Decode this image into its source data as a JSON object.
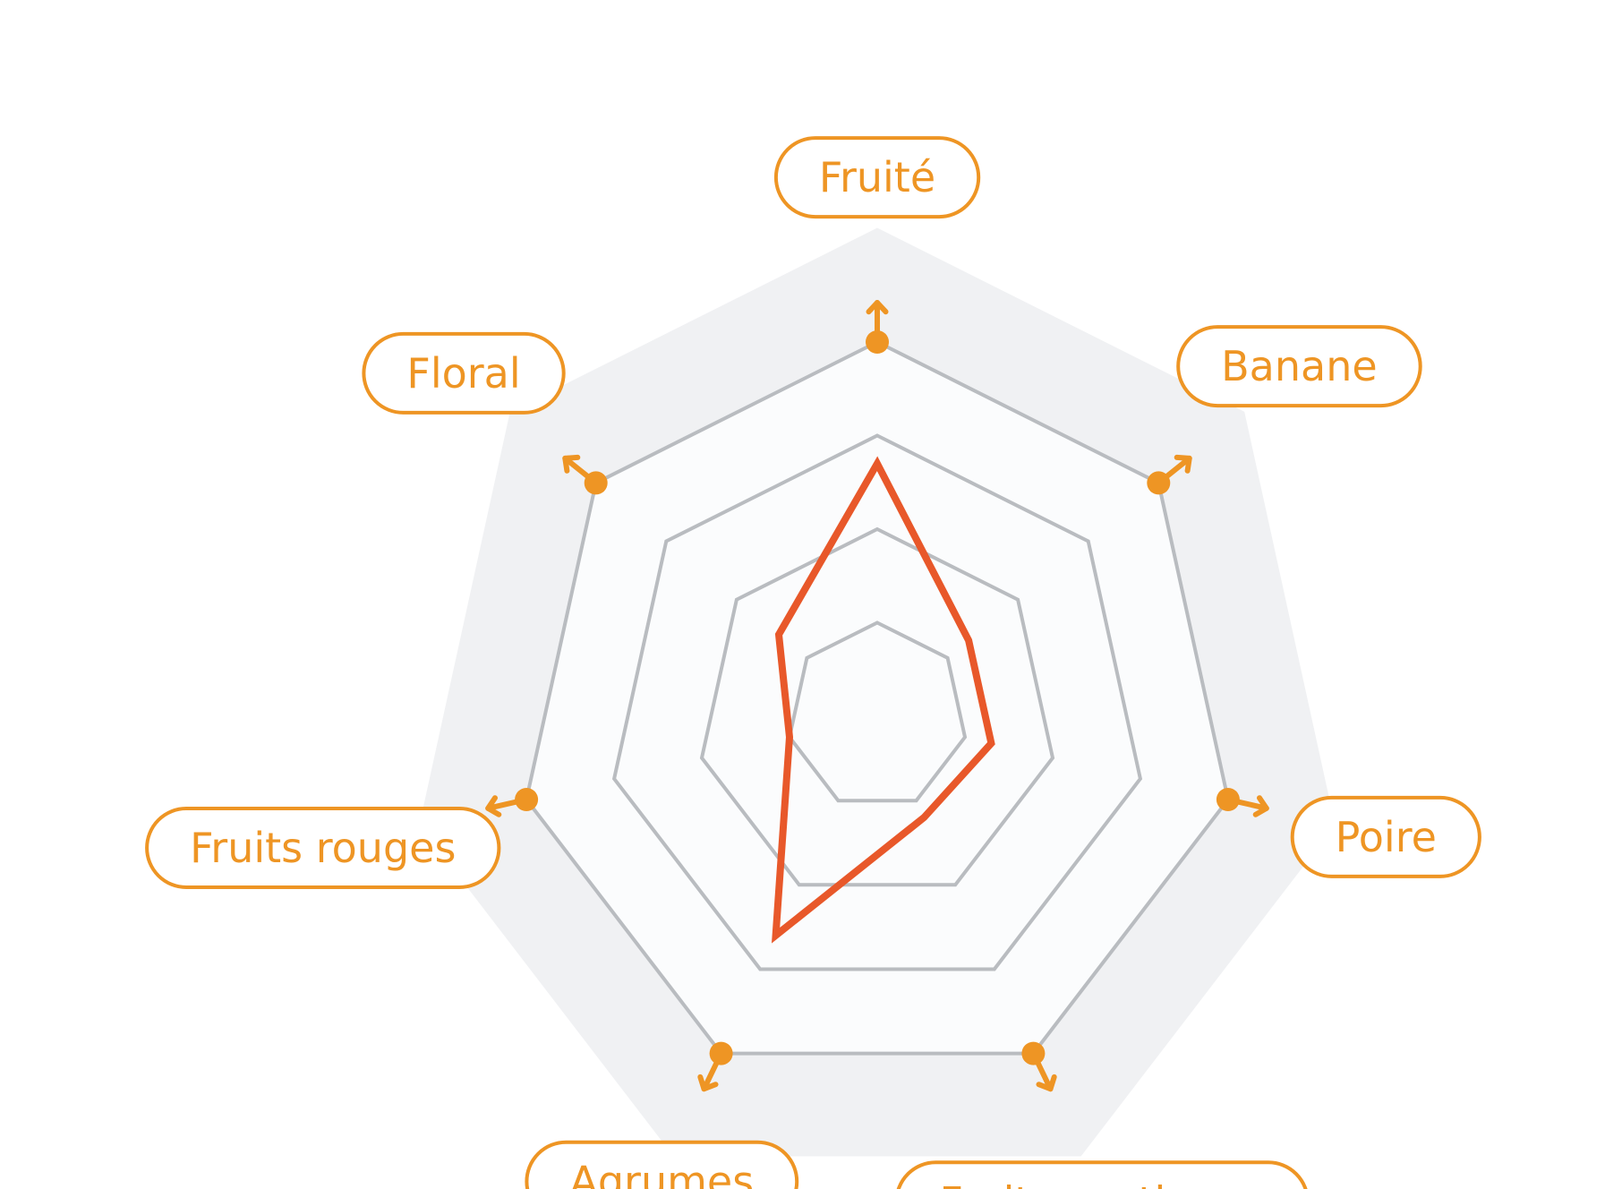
{
  "chart_data": {
    "type": "radar",
    "axes": [
      "Fruité",
      "Banane",
      "Poire",
      "Fruits exotiques",
      "Agrumes",
      "Fruits rouges",
      "Floral"
    ],
    "rings": 4,
    "rlim": [
      0,
      4
    ],
    "values": [
      2.7,
      1.3,
      1.3,
      1.2,
      2.6,
      1.0,
      1.4
    ]
  },
  "colors": {
    "accent": "#EE9524",
    "series": "#E8582A",
    "grid": "#B9BCC0",
    "background_band": "#F0F1F3",
    "inner_fill": "#FBFCFD"
  },
  "icons": {
    "axis_marker": "dot-with-arrow-icon"
  }
}
